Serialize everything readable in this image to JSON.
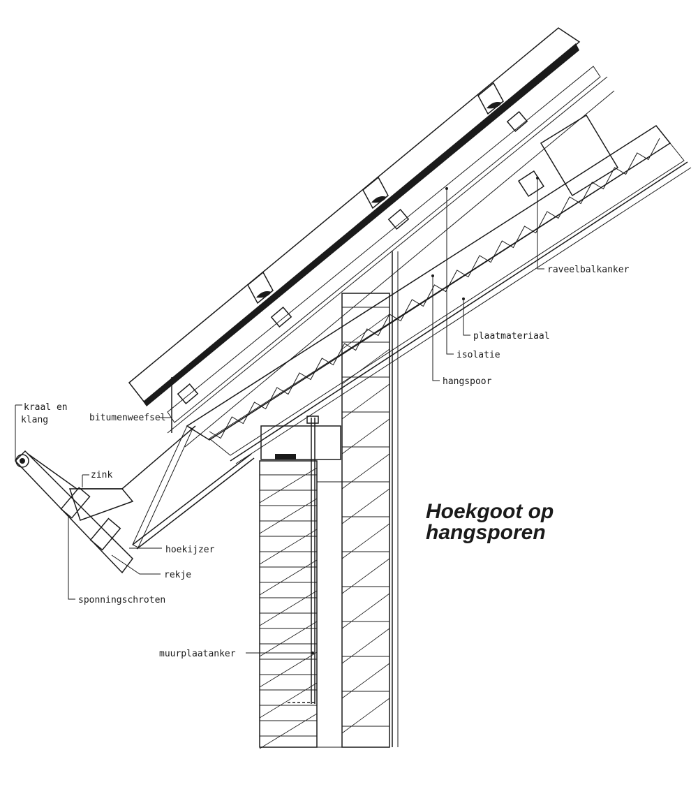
{
  "title": {
    "line1": "Hoekgoot op",
    "line2": "hangsporen"
  },
  "labels": {
    "kraal_line1": "kraal en",
    "kraal_line2": "klang",
    "bitumenweefsel": "bitumenweefsel",
    "zink": "zink",
    "hoekijzer": "hoekijzer",
    "rekje": "rekje",
    "sponningschroten": "sponningschroten",
    "muurplaatanker": "muurplaatanker",
    "raveelbalkanker": "raveelbalkanker",
    "plaatmateriaal": "plaatmateriaal",
    "isolatie": "isolatie",
    "hangspoor": "hangspoor"
  }
}
